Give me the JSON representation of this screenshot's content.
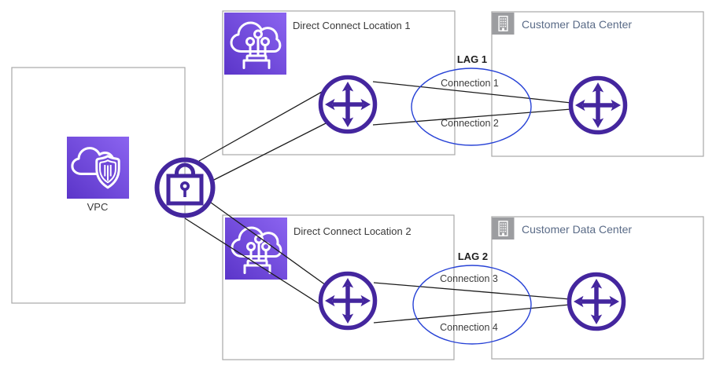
{
  "nodes": {
    "vpc": {
      "label": "VPC"
    },
    "dx_location_1": {
      "label": "Direct Connect Location 1"
    },
    "dx_location_2": {
      "label": "Direct Connect Location 2"
    },
    "customer_dc_1": {
      "label": "Customer Data Center"
    },
    "customer_dc_2": {
      "label": "Customer Data Center"
    }
  },
  "lags": {
    "lag1": {
      "label": "LAG 1",
      "connection_a": "Connection 1",
      "connection_b": "Connection 2"
    },
    "lag2": {
      "label": "LAG 2",
      "connection_a": "Connection 3",
      "connection_b": "Connection 4"
    }
  },
  "icons": {
    "vpc": "cloud-shield-icon",
    "direct_connect": "direct-connect-cloud-icon",
    "gateway": "lock-icon",
    "router": "router-arrows-icon",
    "customer_dc": "building-icon"
  },
  "colors": {
    "aws_purple": "#44269E",
    "icon_gradient_start": "#5B35C9",
    "icon_gradient_end": "#8B64F0",
    "lag_ellipse_blue": "#2742D6",
    "box_border_gray": "#A8A8A8",
    "customer_text": "#5A6B87",
    "datacenter_icon_gray": "#9C9DA0",
    "line_black": "#1C1C1C"
  }
}
